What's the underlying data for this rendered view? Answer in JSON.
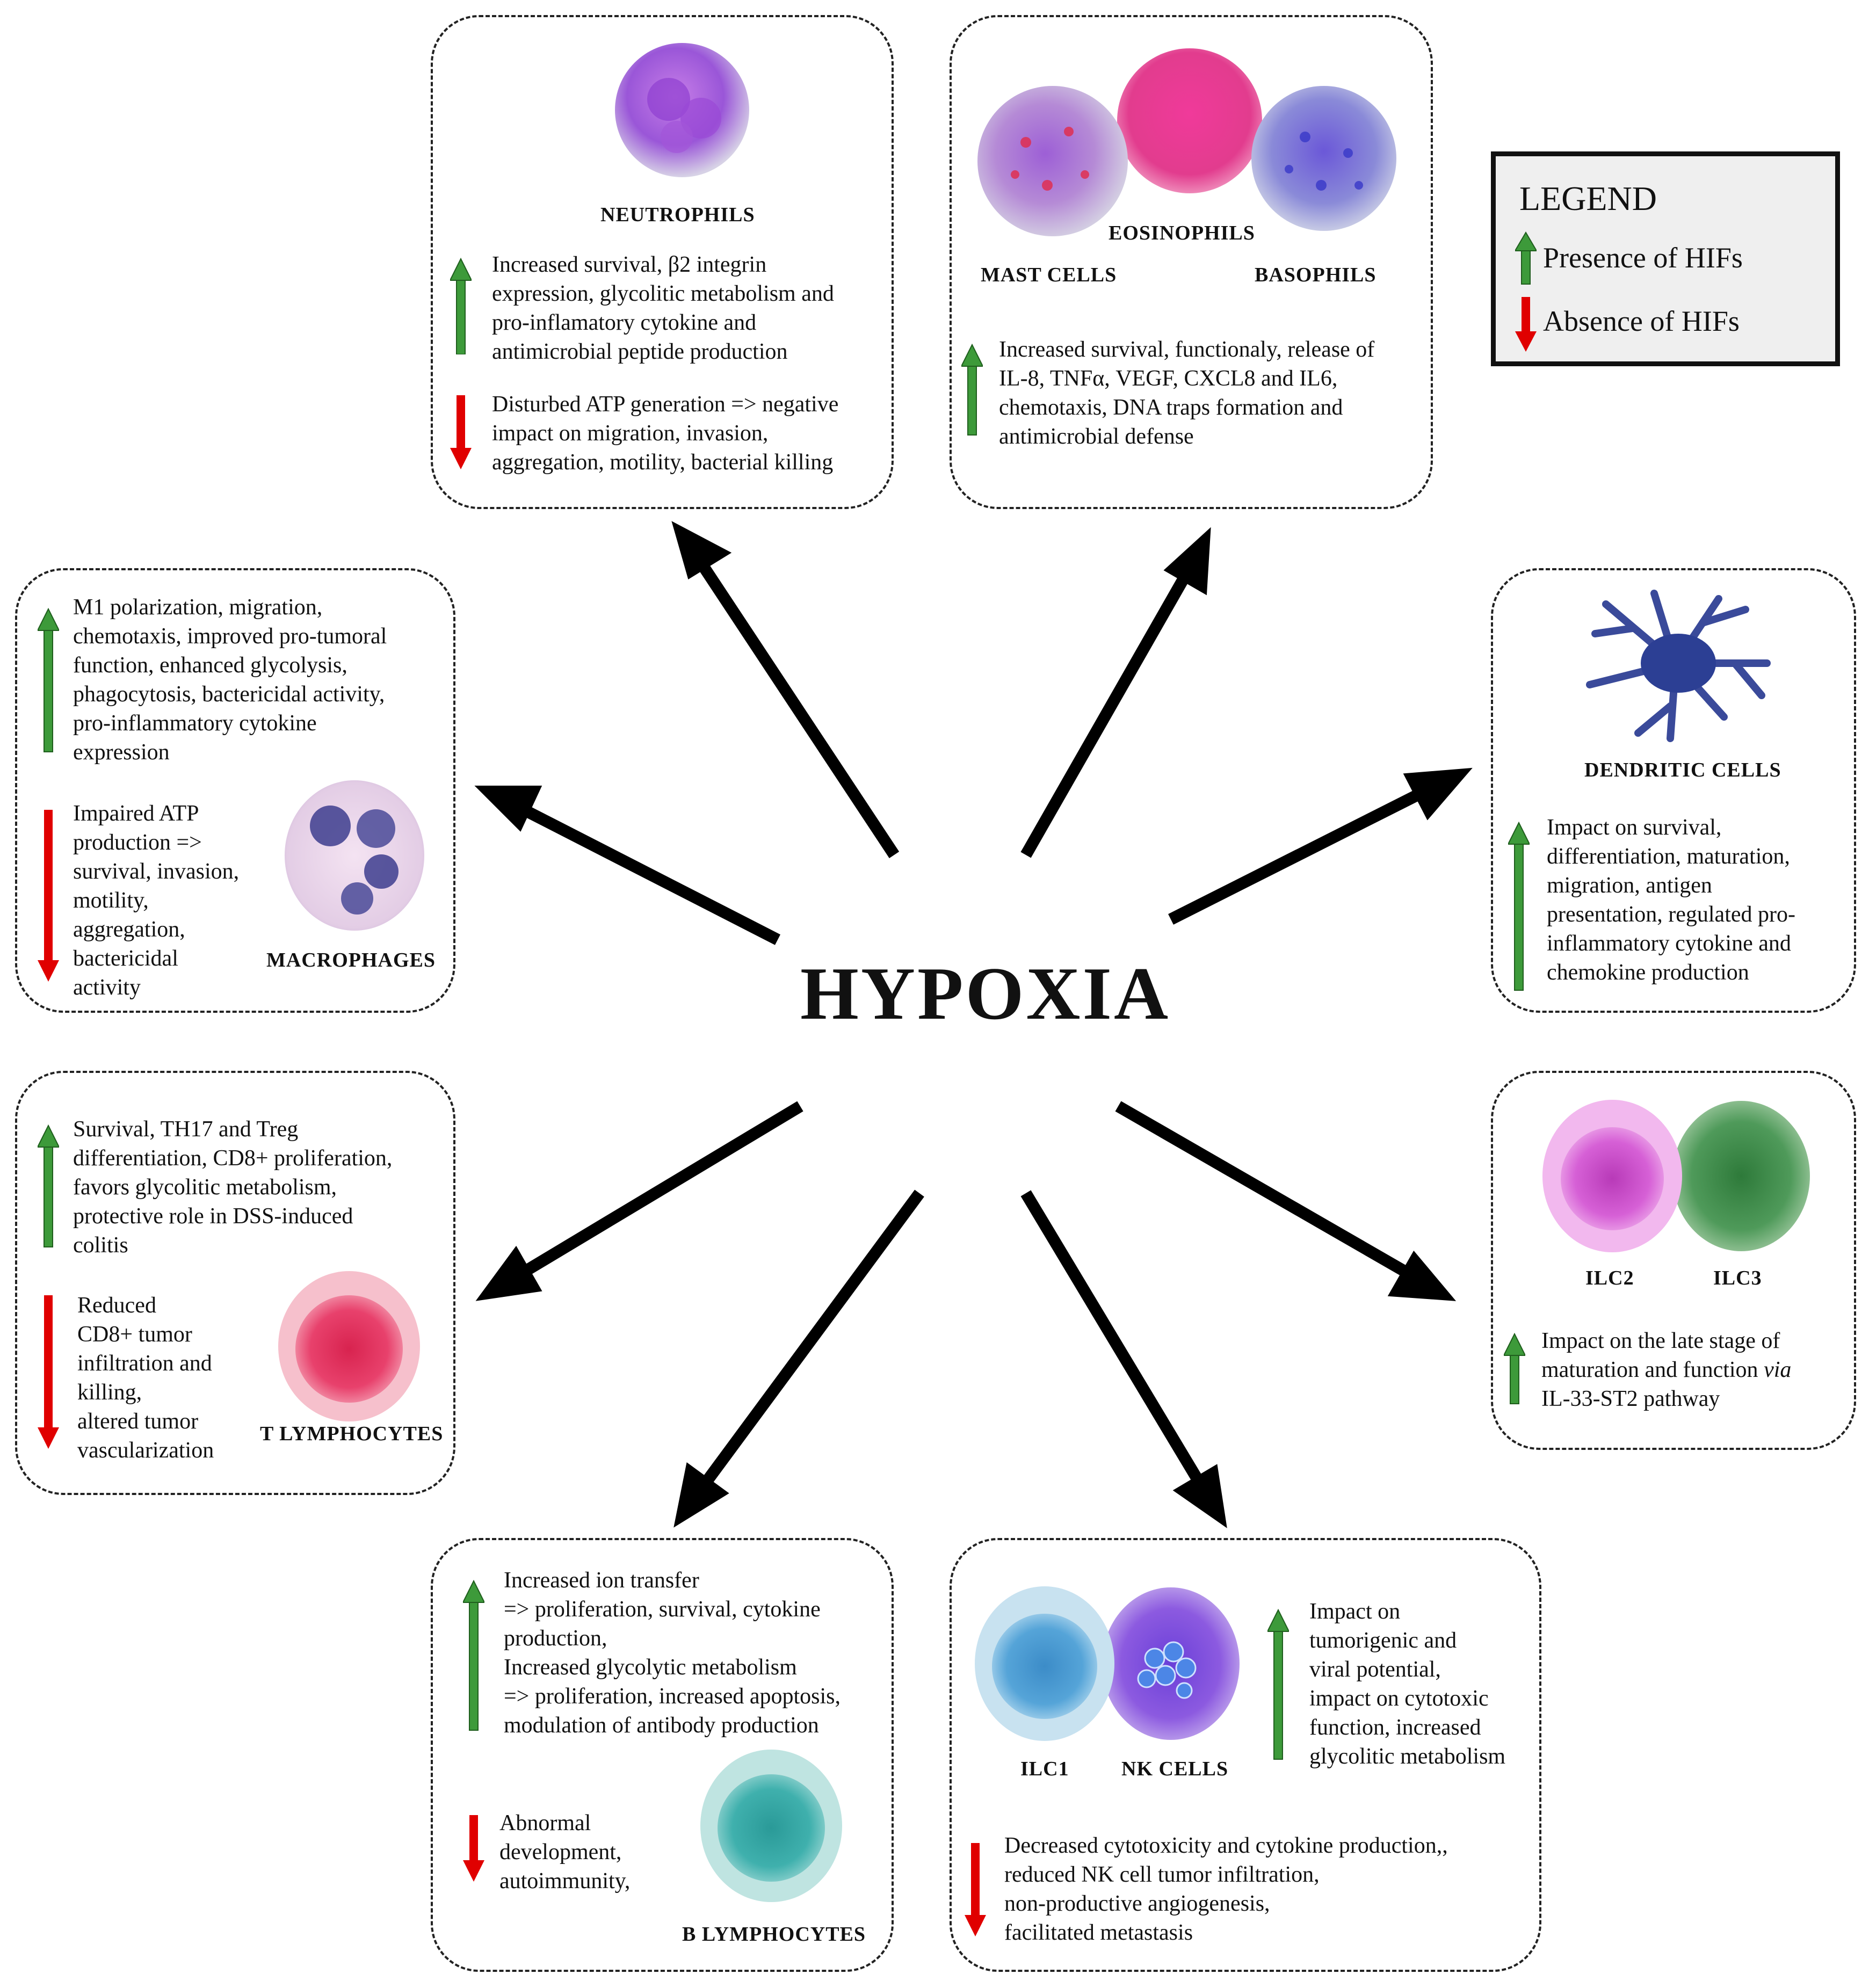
{
  "center_title": "HYPOXIA",
  "legend": {
    "title": "LEGEND",
    "presence": "Presence of HIFs",
    "absence": "Absence of HIFs",
    "up_color": "#3d9a3a",
    "down_color": "#e00000"
  },
  "neutrophils": {
    "label": "NEUTROPHILS",
    "up": "Increased survival, β2 integrin\nexpression, glycolitic metabolism and\npro-inflamatory cytokine and\nantimicrobial peptide production",
    "down": "Disturbed ATP generation => negative\nimpact on migration, invasion,\naggregation, motility, bacterial killing"
  },
  "granulocytes": {
    "label_eos": "EOSINOPHILS",
    "label_mast": "MAST CELLS",
    "label_baso": "BASOPHILS",
    "up": "Increased survival, functionaly, release of\nIL-8, TNFα, VEGF, CXCL8 and IL6,\nchemotaxis, DNA traps formation and\nantimicrobial defense"
  },
  "macrophages": {
    "label": "MACROPHAGES",
    "up": "M1 polarization, migration,\nchemotaxis, improved pro-tumoral\nfunction, enhanced glycolysis,\nphagocytosis, bactericidal activity,\npro-inflammatory cytokine\nexpression",
    "down": "Impaired ATP\nproduction =>\nsurvival, invasion,\nmotility,\naggregation,\nbactericidal\nactivity"
  },
  "dendritic": {
    "label": "DENDRITIC CELLS",
    "up": "Impact on survival,\ndifferentiation, maturation,\nmigration, antigen\npresentation, regulated pro-\ninflammatory cytokine and\nchemokine production"
  },
  "t_lymphocytes": {
    "label": "T LYMPHOCYTES",
    "up": "Survival, TH17 and Treg\ndifferentiation, CD8+ proliferation,\nfavors glycolitic metabolism,\nprotective role in DSS-induced\ncolitis",
    "down": "Reduced\nCD8+ tumor\ninfiltration and\nkilling,\naltered tumor\nvascularization"
  },
  "ilc23": {
    "label_ilc2": "ILC2",
    "label_ilc3": "ILC3",
    "up_a": "Impact on the late stage of\nmaturation and function ",
    "up_via": "via",
    "up_b": "\nIL-33-ST2 pathway"
  },
  "b_lymphocytes": {
    "label": "B LYMPHOCYTES",
    "up": "Increased ion transfer\n=> proliferation, survival, cytokine\nproduction,\nIncreased glycolytic metabolism\n=> proliferation, increased apoptosis,\nmodulation of antibody production",
    "down": "Abnormal\ndevelopment,\nautoimmunity,"
  },
  "nk": {
    "label_ilc1": "ILC1",
    "label_nk": "NK CELLS",
    "up": "Impact on\ntumorigenic and\nviral potential,\nimpact on cytotoxic\nfunction, increased\nglycolitic metabolism",
    "down": "Decreased cytotoxicity and cytokine production,,\nreduced NK cell tumor infiltration,\nnon-productive angiogenesis,\nfacilitated metastasis"
  }
}
